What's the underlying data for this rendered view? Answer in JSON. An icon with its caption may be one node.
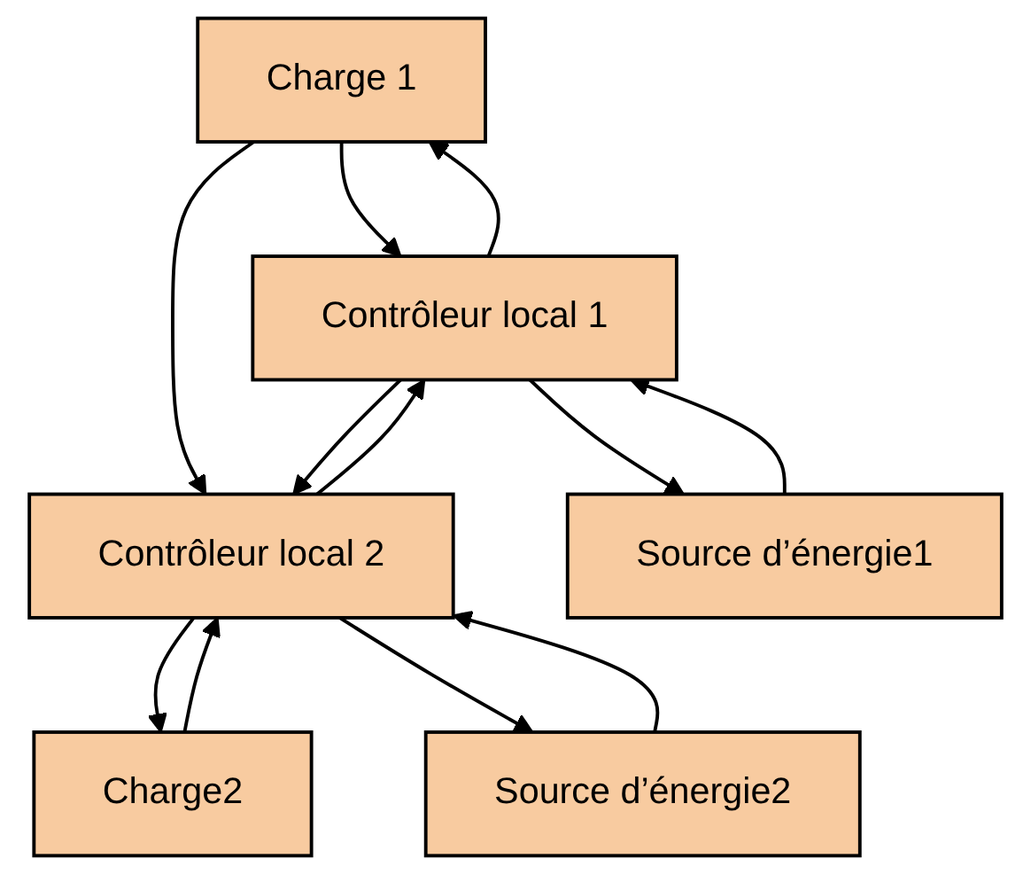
{
  "diagram": {
    "nodes": [
      {
        "text": [
          "Charge 1"
        ]
      },
      {
        "text": [
          "Charge2"
        ]
      },
      {
        "text": [
          "Contrôleur local 1"
        ]
      },
      {
        "text": [
          "Contrôleur local 2"
        ]
      },
      {
        "text": [
          "Source d’énergie1"
        ]
      },
      {
        "text": [
          "Source d’énergie2"
        ]
      }
    ],
    "edges": [
      {
        "from": 2,
        "to": 0,
        "arrow": "to"
      },
      {
        "from": 0,
        "to": 2,
        "arrow": "to"
      },
      {
        "from": 0,
        "to": 3,
        "arrow": "to"
      },
      {
        "from": 2,
        "to": 3,
        "arrow": "to"
      },
      {
        "from": 3,
        "to": 2,
        "arrow": "to"
      },
      {
        "from": 3,
        "to": 1,
        "arrow": "to"
      },
      {
        "from": 1,
        "to": 3,
        "arrow": "to"
      },
      {
        "from": 4,
        "to": 2,
        "arrow": "to"
      },
      {
        "from": 2,
        "to": 4,
        "arrow": "to"
      },
      {
        "from": 3,
        "to": 5,
        "arrow": "to"
      },
      {
        "from": 5,
        "to": 3,
        "arrow": "to"
      }
    ]
  }
}
